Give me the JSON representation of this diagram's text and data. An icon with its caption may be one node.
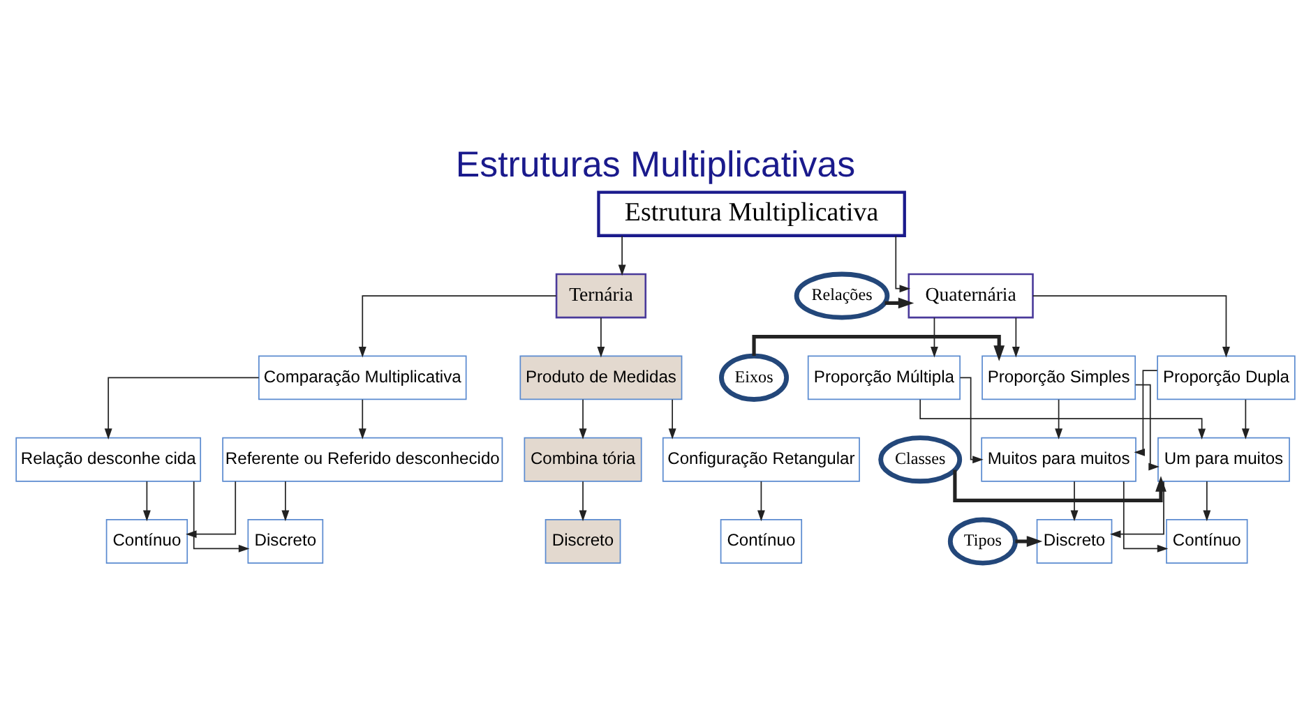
{
  "diagram": {
    "title": "Estruturas Multiplicativas",
    "nodes": [
      {
        "text": [
          "Estrutura Multiplicativa"
        ]
      },
      {
        "text": [
          "Relações"
        ]
      },
      {
        "text": [
          "Quaternária"
        ]
      },
      {
        "text": [
          "Ternária"
        ]
      },
      {
        "text": [
          "Eixos"
        ]
      },
      {
        "text": [
          "Proporção Simples"
        ]
      },
      {
        "text": [
          "Proporção Dupla"
        ]
      },
      {
        "text": [
          "Proporção Múltipla"
        ]
      },
      {
        "text": [
          "Comparação Multiplicativa"
        ]
      },
      {
        "text": [
          "Produto de Medidas"
        ]
      },
      {
        "text": [
          "Classes"
        ]
      },
      {
        "text": [
          "Um para muitos"
        ]
      },
      {
        "text": [
          "Muitos para muitos"
        ]
      },
      {
        "text": [
          "Relação desconhe cida"
        ]
      },
      {
        "text": [
          "Referente ou Referido desconhecido"
        ]
      },
      {
        "text": [
          "Configuração Retangular"
        ]
      },
      {
        "text": [
          "Combina tória"
        ]
      },
      {
        "text": [
          "Tipos"
        ]
      },
      {
        "text": [
          "Discreto"
        ]
      },
      {
        "text": [
          "Contínuo"
        ]
      },
      {
        "text": [
          "Discreto"
        ]
      },
      {
        "text": [
          "Contínuo"
        ]
      },
      {
        "text": [
          "Contínuo"
        ]
      },
      {
        "text": [
          "Discreto"
        ]
      }
    ],
    "edges": [
      {
        "from": 0,
        "to": 2,
        "arrow": "to"
      },
      {
        "from": 0,
        "to": 3,
        "arrow": "to"
      },
      {
        "from": 1,
        "to": 2,
        "arrow": "to",
        "style": "thick"
      },
      {
        "from": 2,
        "to": 5,
        "arrow": "to"
      },
      {
        "from": 2,
        "to": 6,
        "arrow": "to"
      },
      {
        "from": 2,
        "to": 7,
        "arrow": "to"
      },
      {
        "from": 4,
        "to": 5,
        "arrow": "to",
        "style": "thick"
      },
      {
        "from": 3,
        "to": 8,
        "arrow": "to"
      },
      {
        "from": 3,
        "to": 9,
        "arrow": "to"
      },
      {
        "from": 5,
        "to": 11,
        "arrow": "to"
      },
      {
        "from": 5,
        "to": 12,
        "arrow": "to"
      },
      {
        "from": 6,
        "to": 11,
        "arrow": "to"
      },
      {
        "from": 6,
        "to": 12,
        "arrow": "to"
      },
      {
        "from": 7,
        "to": 11,
        "arrow": "to"
      },
      {
        "from": 7,
        "to": 12,
        "arrow": "to"
      },
      {
        "from": 10,
        "to": 11,
        "arrow": "to",
        "style": "thick"
      },
      {
        "from": 8,
        "to": 13,
        "arrow": "to"
      },
      {
        "from": 8,
        "to": 14,
        "arrow": "to"
      },
      {
        "from": 9,
        "to": 15,
        "arrow": "to"
      },
      {
        "from": 9,
        "to": 16,
        "arrow": "to"
      },
      {
        "from": 11,
        "to": 18,
        "arrow": "to"
      },
      {
        "from": 11,
        "to": 19,
        "arrow": "to"
      },
      {
        "from": 12,
        "to": 18,
        "arrow": "to"
      },
      {
        "from": 12,
        "to": 19,
        "arrow": "to"
      },
      {
        "from": 17,
        "to": 18,
        "arrow": "to",
        "style": "thick"
      },
      {
        "from": 13,
        "to": 20,
        "arrow": "to"
      },
      {
        "from": 13,
        "to": 21,
        "arrow": "to"
      },
      {
        "from": 14,
        "to": 20,
        "arrow": "to"
      },
      {
        "from": 14,
        "to": 21,
        "arrow": "to"
      },
      {
        "from": 15,
        "to": 22,
        "arrow": "to"
      },
      {
        "from": 16,
        "to": 23,
        "arrow": "to"
      }
    ]
  }
}
